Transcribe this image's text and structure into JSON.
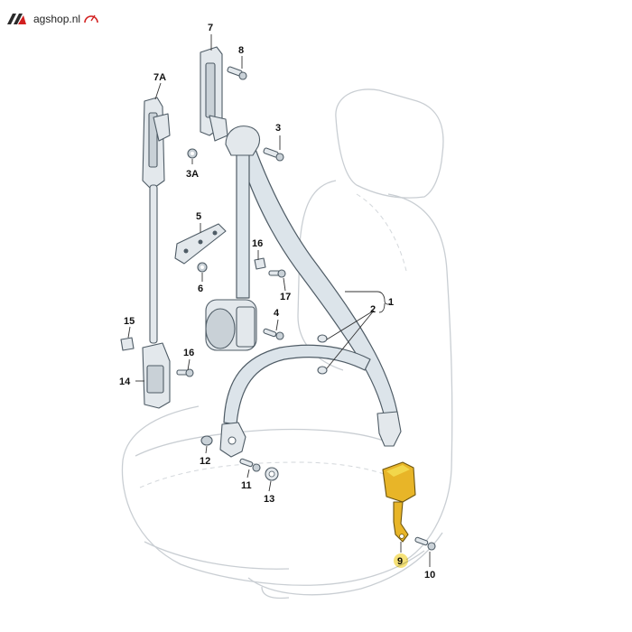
{
  "logo": {
    "text": "agshop.nl",
    "icon": "vagshop-logo-icon",
    "accent": "#d22020"
  },
  "diagram": {
    "callouts": [
      "1",
      "2",
      "3",
      "3A",
      "4",
      "5",
      "6",
      "7",
      "7A",
      "8",
      "9",
      "10",
      "11",
      "12",
      "13",
      "14",
      "15",
      "16",
      "16",
      "17"
    ],
    "highlighted_part": "9",
    "highlight_color": "#e8b528"
  }
}
